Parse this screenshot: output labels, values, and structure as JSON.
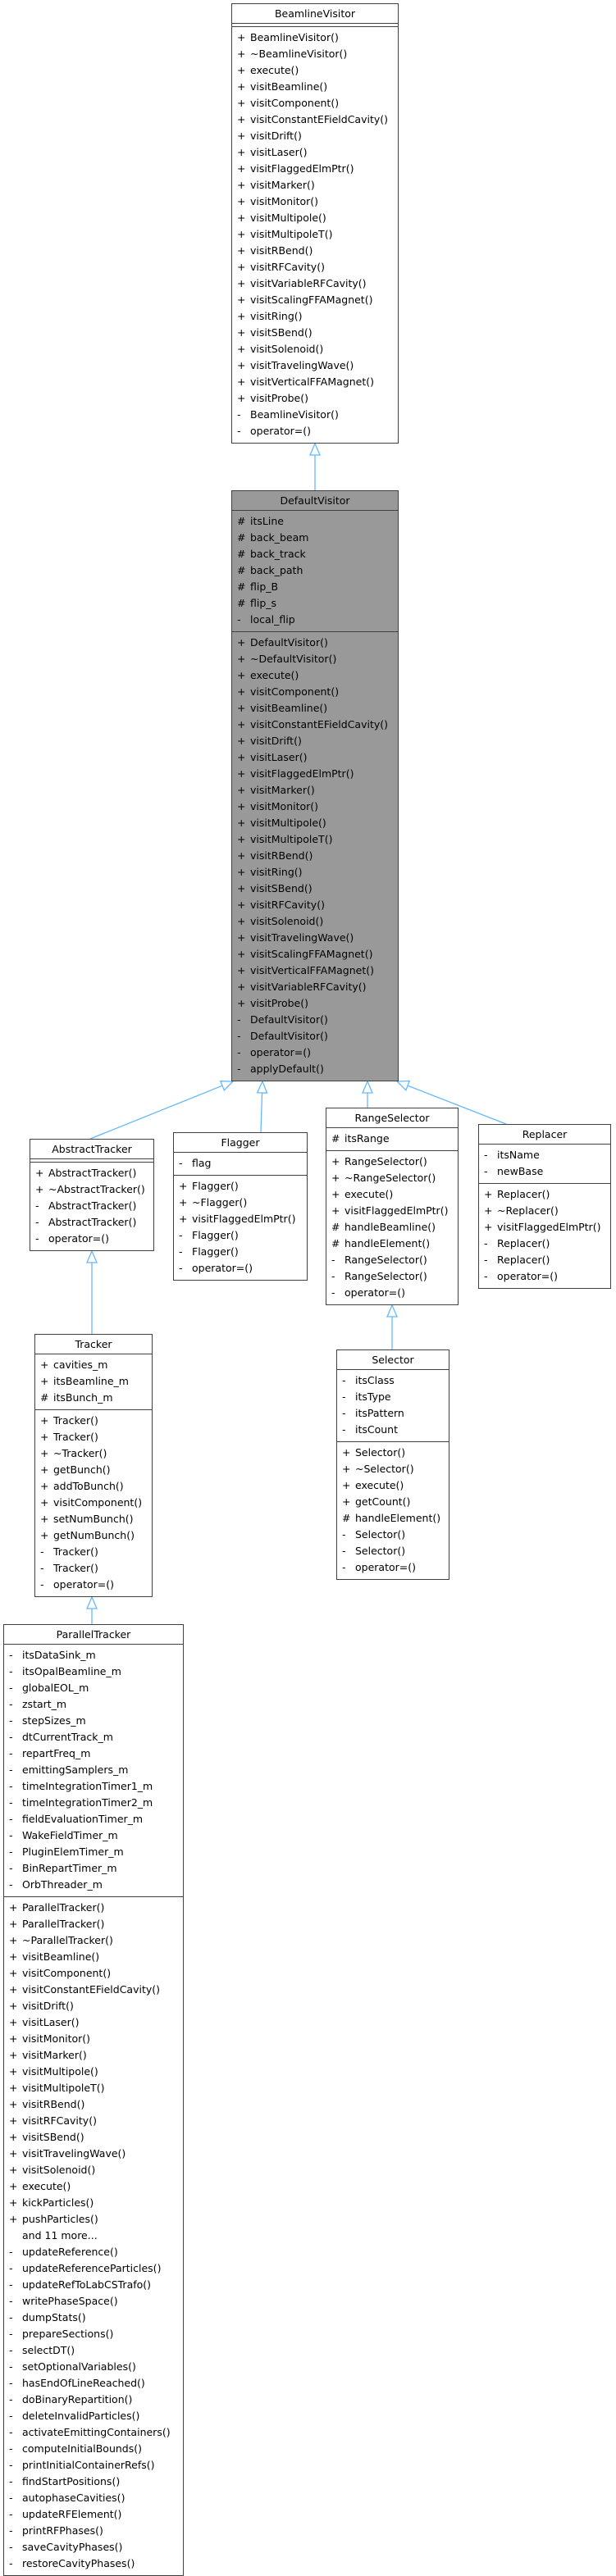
{
  "classes": [
    {
      "id": "BeamlineVisitor",
      "name": "BeamlineVisitor",
      "highlight": false,
      "attributes": [],
      "methods": [
        {
          "v": "+",
          "n": "BeamlineVisitor()"
        },
        {
          "v": "+",
          "n": "~BeamlineVisitor()"
        },
        {
          "v": "+",
          "n": "execute()"
        },
        {
          "v": "+",
          "n": "visitBeamline()"
        },
        {
          "v": "+",
          "n": "visitComponent()"
        },
        {
          "v": "+",
          "n": "visitConstantEFieldCavity()"
        },
        {
          "v": "+",
          "n": "visitDrift()"
        },
        {
          "v": "+",
          "n": "visitLaser()"
        },
        {
          "v": "+",
          "n": "visitFlaggedElmPtr()"
        },
        {
          "v": "+",
          "n": "visitMarker()"
        },
        {
          "v": "+",
          "n": "visitMonitor()"
        },
        {
          "v": "+",
          "n": "visitMultipole()"
        },
        {
          "v": "+",
          "n": "visitMultipoleT()"
        },
        {
          "v": "+",
          "n": "visitRBend()"
        },
        {
          "v": "+",
          "n": "visitRFCavity()"
        },
        {
          "v": "+",
          "n": "visitVariableRFCavity()"
        },
        {
          "v": "+",
          "n": "visitScalingFFAMagnet()"
        },
        {
          "v": "+",
          "n": "visitRing()"
        },
        {
          "v": "+",
          "n": "visitSBend()"
        },
        {
          "v": "+",
          "n": "visitSolenoid()"
        },
        {
          "v": "+",
          "n": "visitTravelingWave()"
        },
        {
          "v": "+",
          "n": "visitVerticalFFAMagnet()"
        },
        {
          "v": "+",
          "n": "visitProbe()"
        },
        {
          "v": "-",
          "n": "BeamlineVisitor()"
        },
        {
          "v": "-",
          "n": "operator=()"
        }
      ]
    },
    {
      "id": "DefaultVisitor",
      "name": "DefaultVisitor",
      "highlight": true,
      "attributes": [
        {
          "v": "#",
          "n": "itsLine"
        },
        {
          "v": "#",
          "n": "back_beam"
        },
        {
          "v": "#",
          "n": "back_track"
        },
        {
          "v": "#",
          "n": "back_path"
        },
        {
          "v": "#",
          "n": "flip_B"
        },
        {
          "v": "#",
          "n": "flip_s"
        },
        {
          "v": "-",
          "n": "local_flip"
        }
      ],
      "methods": [
        {
          "v": "+",
          "n": "DefaultVisitor()"
        },
        {
          "v": "+",
          "n": "~DefaultVisitor()"
        },
        {
          "v": "+",
          "n": "execute()"
        },
        {
          "v": "+",
          "n": "visitComponent()"
        },
        {
          "v": "+",
          "n": "visitBeamline()"
        },
        {
          "v": "+",
          "n": "visitConstantEFieldCavity()"
        },
        {
          "v": "+",
          "n": "visitDrift()"
        },
        {
          "v": "+",
          "n": "visitLaser()"
        },
        {
          "v": "+",
          "n": "visitFlaggedElmPtr()"
        },
        {
          "v": "+",
          "n": "visitMarker()"
        },
        {
          "v": "+",
          "n": "visitMonitor()"
        },
        {
          "v": "+",
          "n": "visitMultipole()"
        },
        {
          "v": "+",
          "n": "visitMultipoleT()"
        },
        {
          "v": "+",
          "n": "visitRBend()"
        },
        {
          "v": "+",
          "n": "visitRing()"
        },
        {
          "v": "+",
          "n": "visitSBend()"
        },
        {
          "v": "+",
          "n": "visitRFCavity()"
        },
        {
          "v": "+",
          "n": "visitSolenoid()"
        },
        {
          "v": "+",
          "n": "visitTravelingWave()"
        },
        {
          "v": "+",
          "n": "visitScalingFFAMagnet()"
        },
        {
          "v": "+",
          "n": "visitVerticalFFAMagnet()"
        },
        {
          "v": "+",
          "n": "visitVariableRFCavity()"
        },
        {
          "v": "+",
          "n": "visitProbe()"
        },
        {
          "v": "-",
          "n": "DefaultVisitor()"
        },
        {
          "v": "-",
          "n": "DefaultVisitor()"
        },
        {
          "v": "-",
          "n": "operator=()"
        },
        {
          "v": "-",
          "n": "applyDefault()"
        }
      ]
    },
    {
      "id": "AbstractTracker",
      "name": "AbstractTracker",
      "highlight": false,
      "attributes": [],
      "methods": [
        {
          "v": "+",
          "n": "AbstractTracker()"
        },
        {
          "v": "+",
          "n": "~AbstractTracker()"
        },
        {
          "v": "-",
          "n": "AbstractTracker()"
        },
        {
          "v": "-",
          "n": "AbstractTracker()"
        },
        {
          "v": "-",
          "n": "operator=()"
        }
      ]
    },
    {
      "id": "Flagger",
      "name": "Flagger",
      "highlight": false,
      "attributes": [
        {
          "v": "-",
          "n": "flag"
        }
      ],
      "methods": [
        {
          "v": "+",
          "n": "Flagger()"
        },
        {
          "v": "+",
          "n": "~Flagger()"
        },
        {
          "v": "+",
          "n": "visitFlaggedElmPtr()"
        },
        {
          "v": "-",
          "n": "Flagger()"
        },
        {
          "v": "-",
          "n": "Flagger()"
        },
        {
          "v": "-",
          "n": "operator=()"
        }
      ]
    },
    {
      "id": "RangeSelector",
      "name": "RangeSelector",
      "highlight": false,
      "attributes": [
        {
          "v": "#",
          "n": "itsRange"
        }
      ],
      "methods": [
        {
          "v": "+",
          "n": "RangeSelector()"
        },
        {
          "v": "+",
          "n": "~RangeSelector()"
        },
        {
          "v": "+",
          "n": "execute()"
        },
        {
          "v": "+",
          "n": "visitFlaggedElmPtr()"
        },
        {
          "v": "#",
          "n": "handleBeamline()"
        },
        {
          "v": "#",
          "n": "handleElement()"
        },
        {
          "v": "-",
          "n": "RangeSelector()"
        },
        {
          "v": "-",
          "n": "RangeSelector()"
        },
        {
          "v": "-",
          "n": "operator=()"
        }
      ]
    },
    {
      "id": "Replacer",
      "name": "Replacer",
      "highlight": false,
      "attributes": [
        {
          "v": "-",
          "n": "itsName"
        },
        {
          "v": "-",
          "n": "newBase"
        }
      ],
      "methods": [
        {
          "v": "+",
          "n": "Replacer()"
        },
        {
          "v": "+",
          "n": "~Replacer()"
        },
        {
          "v": "+",
          "n": "visitFlaggedElmPtr()"
        },
        {
          "v": "-",
          "n": "Replacer()"
        },
        {
          "v": "-",
          "n": "Replacer()"
        },
        {
          "v": "-",
          "n": "operator=()"
        }
      ]
    },
    {
      "id": "Tracker",
      "name": "Tracker",
      "highlight": false,
      "attributes": [
        {
          "v": "+",
          "n": "cavities_m"
        },
        {
          "v": "+",
          "n": "itsBeamline_m"
        },
        {
          "v": "#",
          "n": "itsBunch_m"
        }
      ],
      "methods": [
        {
          "v": "+",
          "n": "Tracker()"
        },
        {
          "v": "+",
          "n": "Tracker()"
        },
        {
          "v": "+",
          "n": "~Tracker()"
        },
        {
          "v": "+",
          "n": "getBunch()"
        },
        {
          "v": "+",
          "n": "addToBunch()"
        },
        {
          "v": "+",
          "n": "visitComponent()"
        },
        {
          "v": "+",
          "n": "setNumBunch()"
        },
        {
          "v": "+",
          "n": "getNumBunch()"
        },
        {
          "v": "-",
          "n": "Tracker()"
        },
        {
          "v": "-",
          "n": "Tracker()"
        },
        {
          "v": "-",
          "n": "operator=()"
        }
      ]
    },
    {
      "id": "Selector",
      "name": "Selector",
      "highlight": false,
      "attributes": [
        {
          "v": "-",
          "n": "itsClass"
        },
        {
          "v": "-",
          "n": "itsType"
        },
        {
          "v": "-",
          "n": "itsPattern"
        },
        {
          "v": "-",
          "n": "itsCount"
        }
      ],
      "methods": [
        {
          "v": "+",
          "n": "Selector()"
        },
        {
          "v": "+",
          "n": "~Selector()"
        },
        {
          "v": "+",
          "n": "execute()"
        },
        {
          "v": "+",
          "n": "getCount()"
        },
        {
          "v": "#",
          "n": "handleElement()"
        },
        {
          "v": "-",
          "n": "Selector()"
        },
        {
          "v": "-",
          "n": "Selector()"
        },
        {
          "v": "-",
          "n": "operator=()"
        }
      ]
    },
    {
      "id": "ParallelTracker",
      "name": "ParallelTracker",
      "highlight": false,
      "attributes": [
        {
          "v": "-",
          "n": "itsDataSink_m"
        },
        {
          "v": "-",
          "n": "itsOpalBeamline_m"
        },
        {
          "v": "-",
          "n": "globalEOL_m"
        },
        {
          "v": "-",
          "n": "zstart_m"
        },
        {
          "v": "-",
          "n": "stepSizes_m"
        },
        {
          "v": "-",
          "n": "dtCurrentTrack_m"
        },
        {
          "v": "-",
          "n": "repartFreq_m"
        },
        {
          "v": "-",
          "n": "emittingSamplers_m"
        },
        {
          "v": "-",
          "n": "timeIntegrationTimer1_m"
        },
        {
          "v": "-",
          "n": "timeIntegrationTimer2_m"
        },
        {
          "v": "-",
          "n": "fieldEvaluationTimer_m"
        },
        {
          "v": "-",
          "n": "WakeFieldTimer_m"
        },
        {
          "v": "-",
          "n": "PluginElemTimer_m"
        },
        {
          "v": "-",
          "n": "BinRepartTimer_m"
        },
        {
          "v": "-",
          "n": "OrbThreader_m"
        }
      ],
      "methods": [
        {
          "v": "+",
          "n": "ParallelTracker()"
        },
        {
          "v": "+",
          "n": "ParallelTracker()"
        },
        {
          "v": "+",
          "n": "~ParallelTracker()"
        },
        {
          "v": "+",
          "n": "visitBeamline()"
        },
        {
          "v": "+",
          "n": "visitComponent()"
        },
        {
          "v": "+",
          "n": "visitConstantEFieldCavity()"
        },
        {
          "v": "+",
          "n": "visitDrift()"
        },
        {
          "v": "+",
          "n": "visitLaser()"
        },
        {
          "v": "+",
          "n": "visitMonitor()"
        },
        {
          "v": "+",
          "n": "visitMarker()"
        },
        {
          "v": "+",
          "n": "visitMultipole()"
        },
        {
          "v": "+",
          "n": "visitMultipoleT()"
        },
        {
          "v": "+",
          "n": "visitRBend()"
        },
        {
          "v": "+",
          "n": "visitRFCavity()"
        },
        {
          "v": "+",
          "n": "visitSBend()"
        },
        {
          "v": "+",
          "n": "visitTravelingWave()"
        },
        {
          "v": "+",
          "n": "visitSolenoid()"
        },
        {
          "v": "+",
          "n": "execute()"
        },
        {
          "v": "+",
          "n": "kickParticles()"
        },
        {
          "v": "+",
          "n": "pushParticles()"
        },
        {
          "v": "",
          "n": "and 11 more..."
        },
        {
          "v": "-",
          "n": "updateReference()"
        },
        {
          "v": "-",
          "n": "updateReferenceParticles()"
        },
        {
          "v": "-",
          "n": "updateRefToLabCSTrafo()"
        },
        {
          "v": "-",
          "n": "writePhaseSpace()"
        },
        {
          "v": "-",
          "n": "dumpStats()"
        },
        {
          "v": "-",
          "n": "prepareSections()"
        },
        {
          "v": "-",
          "n": "selectDT()"
        },
        {
          "v": "-",
          "n": "setOptionalVariables()"
        },
        {
          "v": "-",
          "n": "hasEndOfLineReached()"
        },
        {
          "v": "-",
          "n": "doBinaryRepartition()"
        },
        {
          "v": "-",
          "n": "deleteInvalidParticles()"
        },
        {
          "v": "-",
          "n": "activateEmittingContainers()"
        },
        {
          "v": "-",
          "n": "computeInitialBounds()"
        },
        {
          "v": "-",
          "n": "printInitialContainerRefs()"
        },
        {
          "v": "-",
          "n": "findStartPositions()"
        },
        {
          "v": "-",
          "n": "autophaseCavities()"
        },
        {
          "v": "-",
          "n": "updateRFElement()"
        },
        {
          "v": "-",
          "n": "printRFPhases()"
        },
        {
          "v": "-",
          "n": "saveCavityPhases()"
        },
        {
          "v": "-",
          "n": "restoreCavityPhases()"
        }
      ]
    }
  ],
  "edges": [
    {
      "from": "DefaultVisitor",
      "to": "BeamlineVisitor"
    },
    {
      "from": "AbstractTracker",
      "to": "DefaultVisitor"
    },
    {
      "from": "Flagger",
      "to": "DefaultVisitor"
    },
    {
      "from": "RangeSelector",
      "to": "DefaultVisitor"
    },
    {
      "from": "Replacer",
      "to": "DefaultVisitor"
    },
    {
      "from": "Tracker",
      "to": "AbstractTracker"
    },
    {
      "from": "Selector",
      "to": "RangeSelector"
    },
    {
      "from": "ParallelTracker",
      "to": "Tracker"
    }
  ],
  "colors": {
    "edge": "#63b8ff",
    "border": "#404040",
    "highlight_fill": "#999999",
    "node_fill": "#ffffff"
  }
}
